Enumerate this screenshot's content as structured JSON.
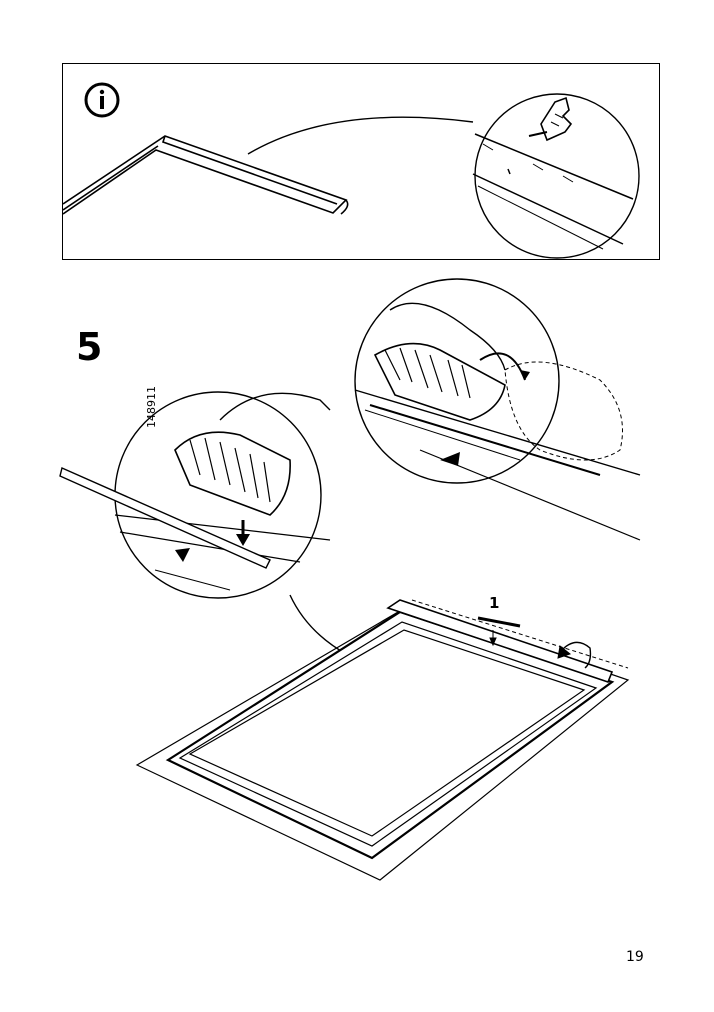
{
  "info": {
    "icon": "info-icon"
  },
  "step": {
    "number": "5"
  },
  "tool": {
    "code": "148911"
  },
  "callout": {
    "label": "1"
  },
  "page": {
    "number": "19"
  }
}
